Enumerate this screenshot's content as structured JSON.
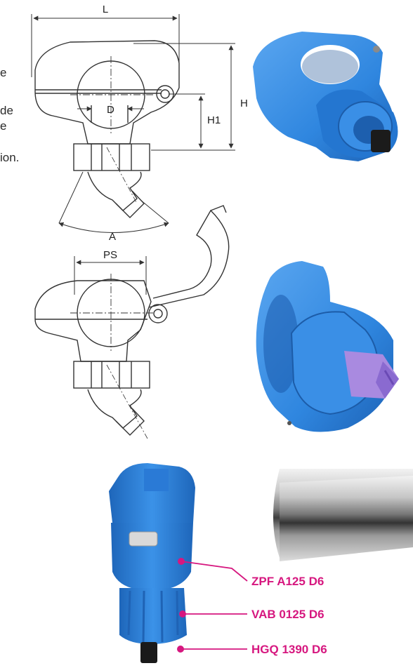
{
  "left_text_fragments": [
    "e",
    "de",
    "e",
    "ion."
  ],
  "dimension_labels": {
    "L": "L",
    "H": "H",
    "H1": "H1",
    "D": "D",
    "A": "A",
    "PS": "PS"
  },
  "callouts": [
    {
      "label": "ZPF A125 D6"
    },
    {
      "label": "VAB 0125 D6"
    },
    {
      "label": "HGQ 1390 D6"
    }
  ],
  "colors": {
    "accent": "#d6177f",
    "clamp_blue": "#2f86df",
    "nozzle_purple": "#a98ae0",
    "pipe_grey": "#c9c9c9",
    "line": "#333333"
  }
}
